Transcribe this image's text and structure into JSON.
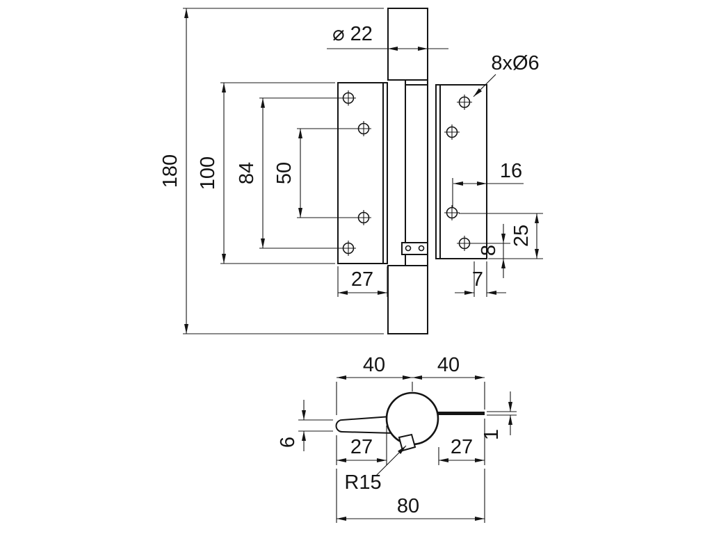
{
  "colors": {
    "line": "#141414",
    "background": "#ffffff"
  },
  "front": {
    "height_overall": "180",
    "plate_height": "100",
    "hole_span_outer": "84",
    "hole_span_inner": "50",
    "pin_diameter": "⌀ 22",
    "holes_callout": "8xØ6",
    "hole_offset_16": "16",
    "hole_edge_25": "25",
    "hole_edge_8": "8",
    "leaf_width_27": "27",
    "edge_7": "7"
  },
  "section": {
    "left_leaf_40": "40",
    "right_leaf_40": "40",
    "left_leaf_27": "27",
    "right_leaf_27": "27",
    "leaf_thickness_6": "6",
    "right_leaf_thickness_1": "1",
    "radius_callout": "R15",
    "overall_width_80": "80"
  }
}
